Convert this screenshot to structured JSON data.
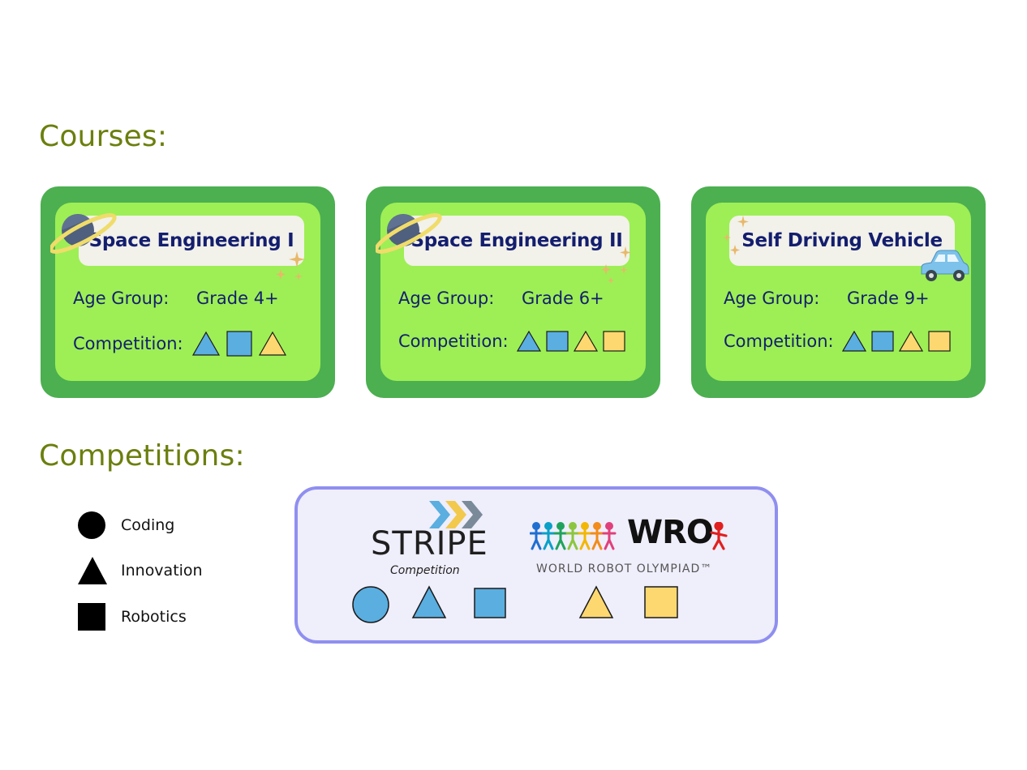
{
  "sections": {
    "courses_heading": "Courses:",
    "competitions_heading": "Competitions:"
  },
  "courses": [
    {
      "title": "Space Engineering I",
      "age_label": "Age Group:",
      "age_value": "Grade 4+",
      "competition_label": "Competition:",
      "icon": "planet-icon",
      "competitions": [
        "innovation-blue",
        "robotics-blue",
        "innovation-yellow"
      ]
    },
    {
      "title": "Space Engineering II",
      "age_label": "Age Group:",
      "age_value": "Grade 6+",
      "competition_label": "Competition:",
      "icon": "planet-icon",
      "competitions": [
        "innovation-blue",
        "robotics-blue",
        "innovation-yellow",
        "robotics-yellow"
      ]
    },
    {
      "title": "Self Driving Vehicle",
      "age_label": "Age Group:",
      "age_value": "Grade 9+",
      "competition_label": "Competition:",
      "icon": "car-icon",
      "competitions": [
        "innovation-blue",
        "robotics-blue",
        "innovation-yellow",
        "robotics-yellow"
      ]
    }
  ],
  "legend": [
    {
      "shape": "circle",
      "label": "Coding"
    },
    {
      "shape": "triangle",
      "label": "Innovation"
    },
    {
      "shape": "square",
      "label": "Robotics"
    }
  ],
  "competitions": {
    "stripe": {
      "name": "STRIPE",
      "subtitle": "Competition",
      "categories": [
        "coding",
        "innovation",
        "robotics"
      ]
    },
    "wro": {
      "name": "WRO",
      "subtitle": "WORLD ROBOT OLYMPIAD™",
      "categories": [
        "innovation",
        "robotics"
      ]
    }
  },
  "colors": {
    "heading": "#6b7f0e",
    "card_outer": "#4caf50",
    "card_inner": "#9def55",
    "title_text": "#141e6e",
    "stripe_shape": "#5aaee0",
    "wro_shape": "#fdd870",
    "box_border": "#8f8ff0",
    "box_fill": "#efeefb"
  }
}
